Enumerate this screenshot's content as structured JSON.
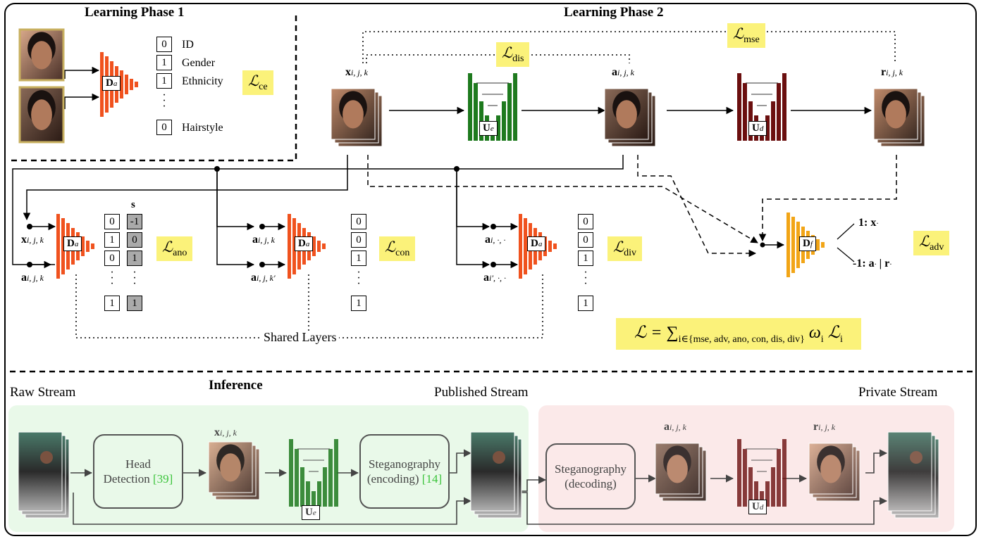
{
  "phase1": {
    "title": "Learning Phase 1",
    "net_label": "D",
    "net_sub": "a",
    "vector": [
      "0",
      "1",
      "1",
      "0"
    ],
    "attributes": [
      "ID",
      "Gender",
      "Ethnicity",
      "Hairstyle"
    ],
    "loss": "ℒ",
    "loss_sub": "ce"
  },
  "phase2": {
    "title": "Learning Phase 2",
    "loss_mse": "ℒ",
    "loss_mse_sub": "mse",
    "loss_dis": "ℒ",
    "loss_dis_sub": "dis",
    "x_label": "x",
    "x_sub": "i, j, k",
    "a_label": "a",
    "a_sub": "i, j, k",
    "r_label": "r",
    "r_sub": "i, j, k",
    "encoder": "U",
    "encoder_sub": "e",
    "decoder": "U",
    "decoder_sub": "d"
  },
  "losses_row": {
    "ano": {
      "loss": "ℒ",
      "sub": "ano",
      "in1": "x",
      "in1_sub": "i, j, k",
      "in2": "a",
      "in2_sub": "i, j, k",
      "vector": [
        "0",
        "1",
        "0",
        "1"
      ],
      "s_header": "s",
      "s_vector": [
        "-1",
        "0",
        "1",
        "1"
      ]
    },
    "con": {
      "loss": "ℒ",
      "sub": "con",
      "in1": "a",
      "in1_sub": "i, j, k",
      "in2": "a",
      "in2_sub": "i, j, k′",
      "vector": [
        "0",
        "0",
        "1",
        "1"
      ]
    },
    "div": {
      "loss": "ℒ",
      "sub": "div",
      "in1": "a",
      "in1_sub": "i, ·, ·",
      "in2": "a",
      "in2_sub": "i′, ·, ·",
      "vector": [
        "0",
        "0",
        "1",
        "1"
      ]
    },
    "shared_label": "Shared Layers",
    "disc_label": "D",
    "disc_sub": "a"
  },
  "adversarial": {
    "net_label": "D",
    "net_sub": "f",
    "out1": "1: x",
    "out1_sub": "·",
    "out2": "-1: a",
    "out2_sub": "·",
    "out2b": " | r",
    "out2b_sub": "·",
    "loss": "ℒ",
    "loss_sub": "adv"
  },
  "total_loss": {
    "lhs": "ℒ = ∑",
    "sum_sub": "i∈{mse, adv, ano, con, dis, div}",
    "rhs": "ω",
    "rhs_sub": "i",
    "rhs2": "ℒ",
    "rhs2_sub": "i"
  },
  "inference": {
    "title": "Inference",
    "raw_stream": "Raw Stream",
    "published_stream": "Published Stream",
    "private_stream": "Private Stream",
    "head_detection": "Head",
    "head_detection2": "Detection",
    "head_detection_cite": "[39]",
    "steg_enc": "Steganography",
    "steg_enc2": "(encoding)",
    "steg_enc_cite": "[14]",
    "steg_dec": "Steganography",
    "steg_dec2": "(decoding)",
    "x_label": "x",
    "x_sub": "i, j, k",
    "a_label": "a",
    "a_sub": "i, j, k",
    "r_label": "r",
    "r_sub": "i, j, k",
    "encoder": "U",
    "encoder_sub": "e",
    "decoder": "U",
    "decoder_sub": "d"
  },
  "colors": {
    "discriminator_a": "#f0521e",
    "discriminator_f": "#f2a516",
    "encoder_green": "#1e7a1e",
    "decoder_maroon": "#6b0f0f",
    "inference_green_bg": "#e9f9e9",
    "inference_pink_bg": "#fbe9e9",
    "highlight": "#fbf27a"
  }
}
